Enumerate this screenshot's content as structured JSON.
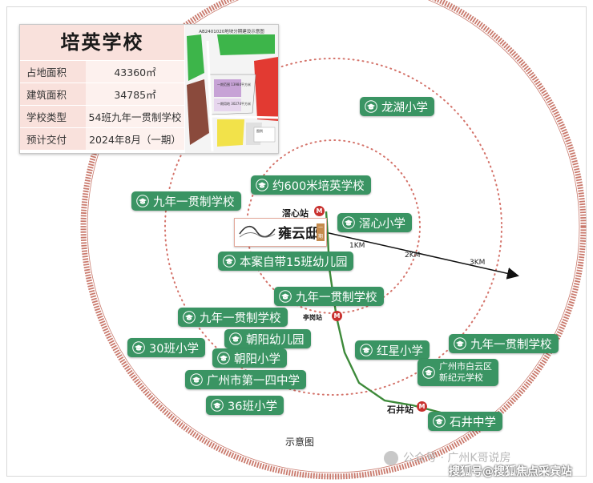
{
  "info_card": {
    "title": "培英学校",
    "rows": [
      {
        "key": "占地面积",
        "value": "43360㎡"
      },
      {
        "key": "建筑面积",
        "value": "34785㎡"
      },
      {
        "key": "学校类型",
        "value": "54班九年一贯制学校"
      },
      {
        "key": "预计交付",
        "value": "2024年8月（一期）"
      }
    ],
    "site_plan": {
      "title": "AB2401020地块分期建设示意图",
      "labels": [
        "一期范围 13984平方米",
        "一期用地 30274平方米",
        "图例"
      ]
    }
  },
  "project": {
    "name": "雍云邸",
    "badge": "一期"
  },
  "stations": [
    "滘心站",
    "亭岗站",
    "石井站"
  ],
  "distances": [
    "1KM",
    "2KM",
    "3KM"
  ],
  "schools": [
    "龙湖小学",
    "约600米培英学校",
    "九年一贯制学校",
    "滘心小学",
    "本案自带15班幼儿园",
    "九年一贯制学校",
    "九年一贯制学校",
    "朝阳幼儿园",
    "30班小学",
    "朝阳小学",
    "广州市第一四中学",
    "36班小学",
    "红星小学",
    "广州市白云区\n新纪元学校",
    "九年一贯制学校",
    "石井中学"
  ],
  "caption": "示意图",
  "watermarks": [
    "公众号 · 广州K哥说房",
    "搜狐号@搜狐焦点采宾站"
  ],
  "colors": {
    "pill": "#3a9463",
    "ring": "#c9796c",
    "metro_line": "#3d8a3a",
    "metro_badge": "#c9322f",
    "info_header": "#f9e1dc"
  },
  "icons": [
    "graduation-cap-icon",
    "metro-icon",
    "arrow-icon"
  ]
}
